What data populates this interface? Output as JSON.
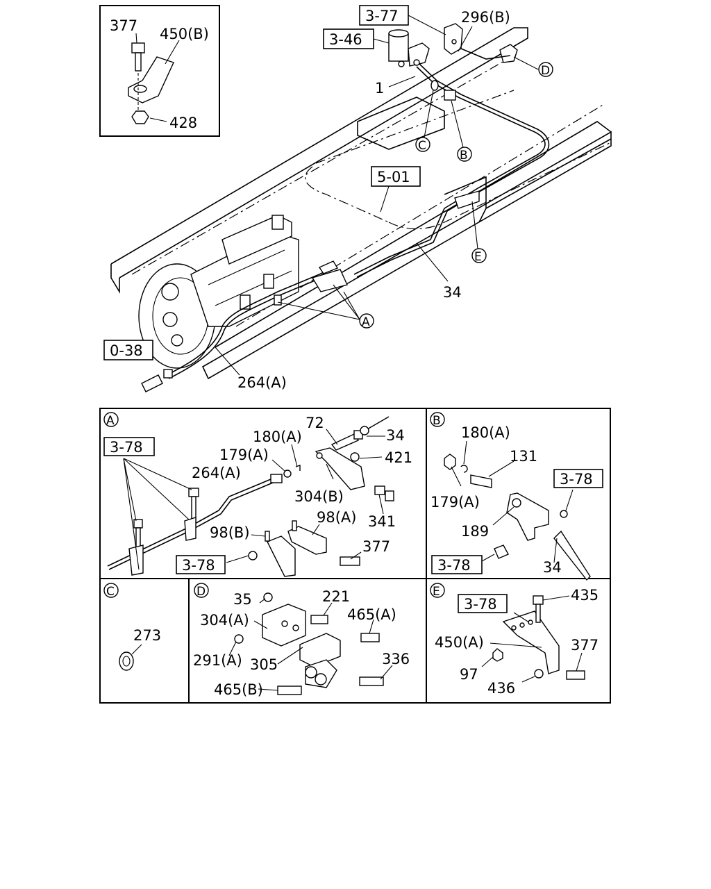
{
  "main": {
    "refs": {
      "r377": "3-77",
      "r346": "3-46",
      "r501": "5-01",
      "r038": "0-38"
    },
    "labels": {
      "p296b": "296(B)",
      "p1": "1",
      "p34": "34",
      "p264a": "264(A)",
      "cD": "D",
      "cC": "C",
      "cB": "B",
      "cE": "E",
      "cA": "A"
    }
  },
  "inset": {
    "p377": "377",
    "p450b": "450(B)",
    "p428": "428"
  },
  "detailA": {
    "circle": "A",
    "ref1": "3-78",
    "ref2": "3-78",
    "p72": "72",
    "p34": "34",
    "p180a": "180(A)",
    "p421": "421",
    "p179a": "179(A)",
    "p264a": "264(A)",
    "p304b": "304(B)",
    "p341": "341",
    "p98a": "98(A)",
    "p98b": "98(B)",
    "p377": "377"
  },
  "detailB": {
    "circle": "B",
    "ref1": "3-78",
    "ref2": "3-78",
    "p180a": "180(A)",
    "p131": "131",
    "p179a": "179(A)",
    "p189": "189",
    "p34": "34"
  },
  "detailC": {
    "circle": "C",
    "p273": "273"
  },
  "detailD": {
    "circle": "D",
    "p35": "35",
    "p221": "221",
    "p304a": "304(A)",
    "p465a": "465(A)",
    "p291a": "291(A)",
    "p305": "305",
    "p336": "336",
    "p465b": "465(B)"
  },
  "detailE": {
    "circle": "E",
    "ref": "3-78",
    "p435": "435",
    "p450a": "450(A)",
    "p377": "377",
    "p97": "97",
    "p436": "436"
  }
}
